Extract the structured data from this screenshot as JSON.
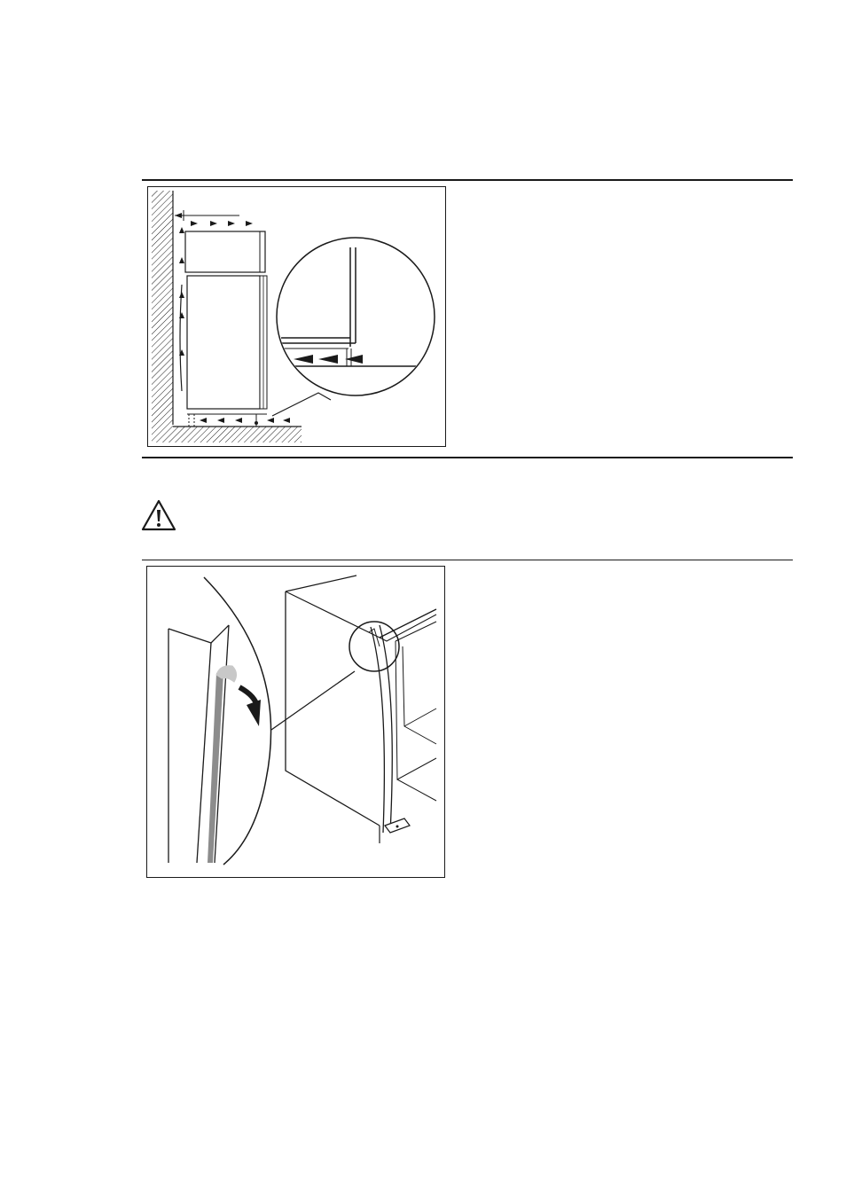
{
  "page": {
    "background": "#ffffff",
    "ink_color": "#1a1a1a",
    "seal_shade_color": "#8c8c8c",
    "seal_tab_color": "#c8c8c8"
  },
  "figures": [
    {
      "id": "ventilation-diagram",
      "icon": "ventilation-installation-diagram"
    },
    {
      "id": "door-seal-diagram",
      "icon": "door-seal-installation-diagram"
    }
  ],
  "warning": {
    "icon": "warning-triangle-icon"
  }
}
